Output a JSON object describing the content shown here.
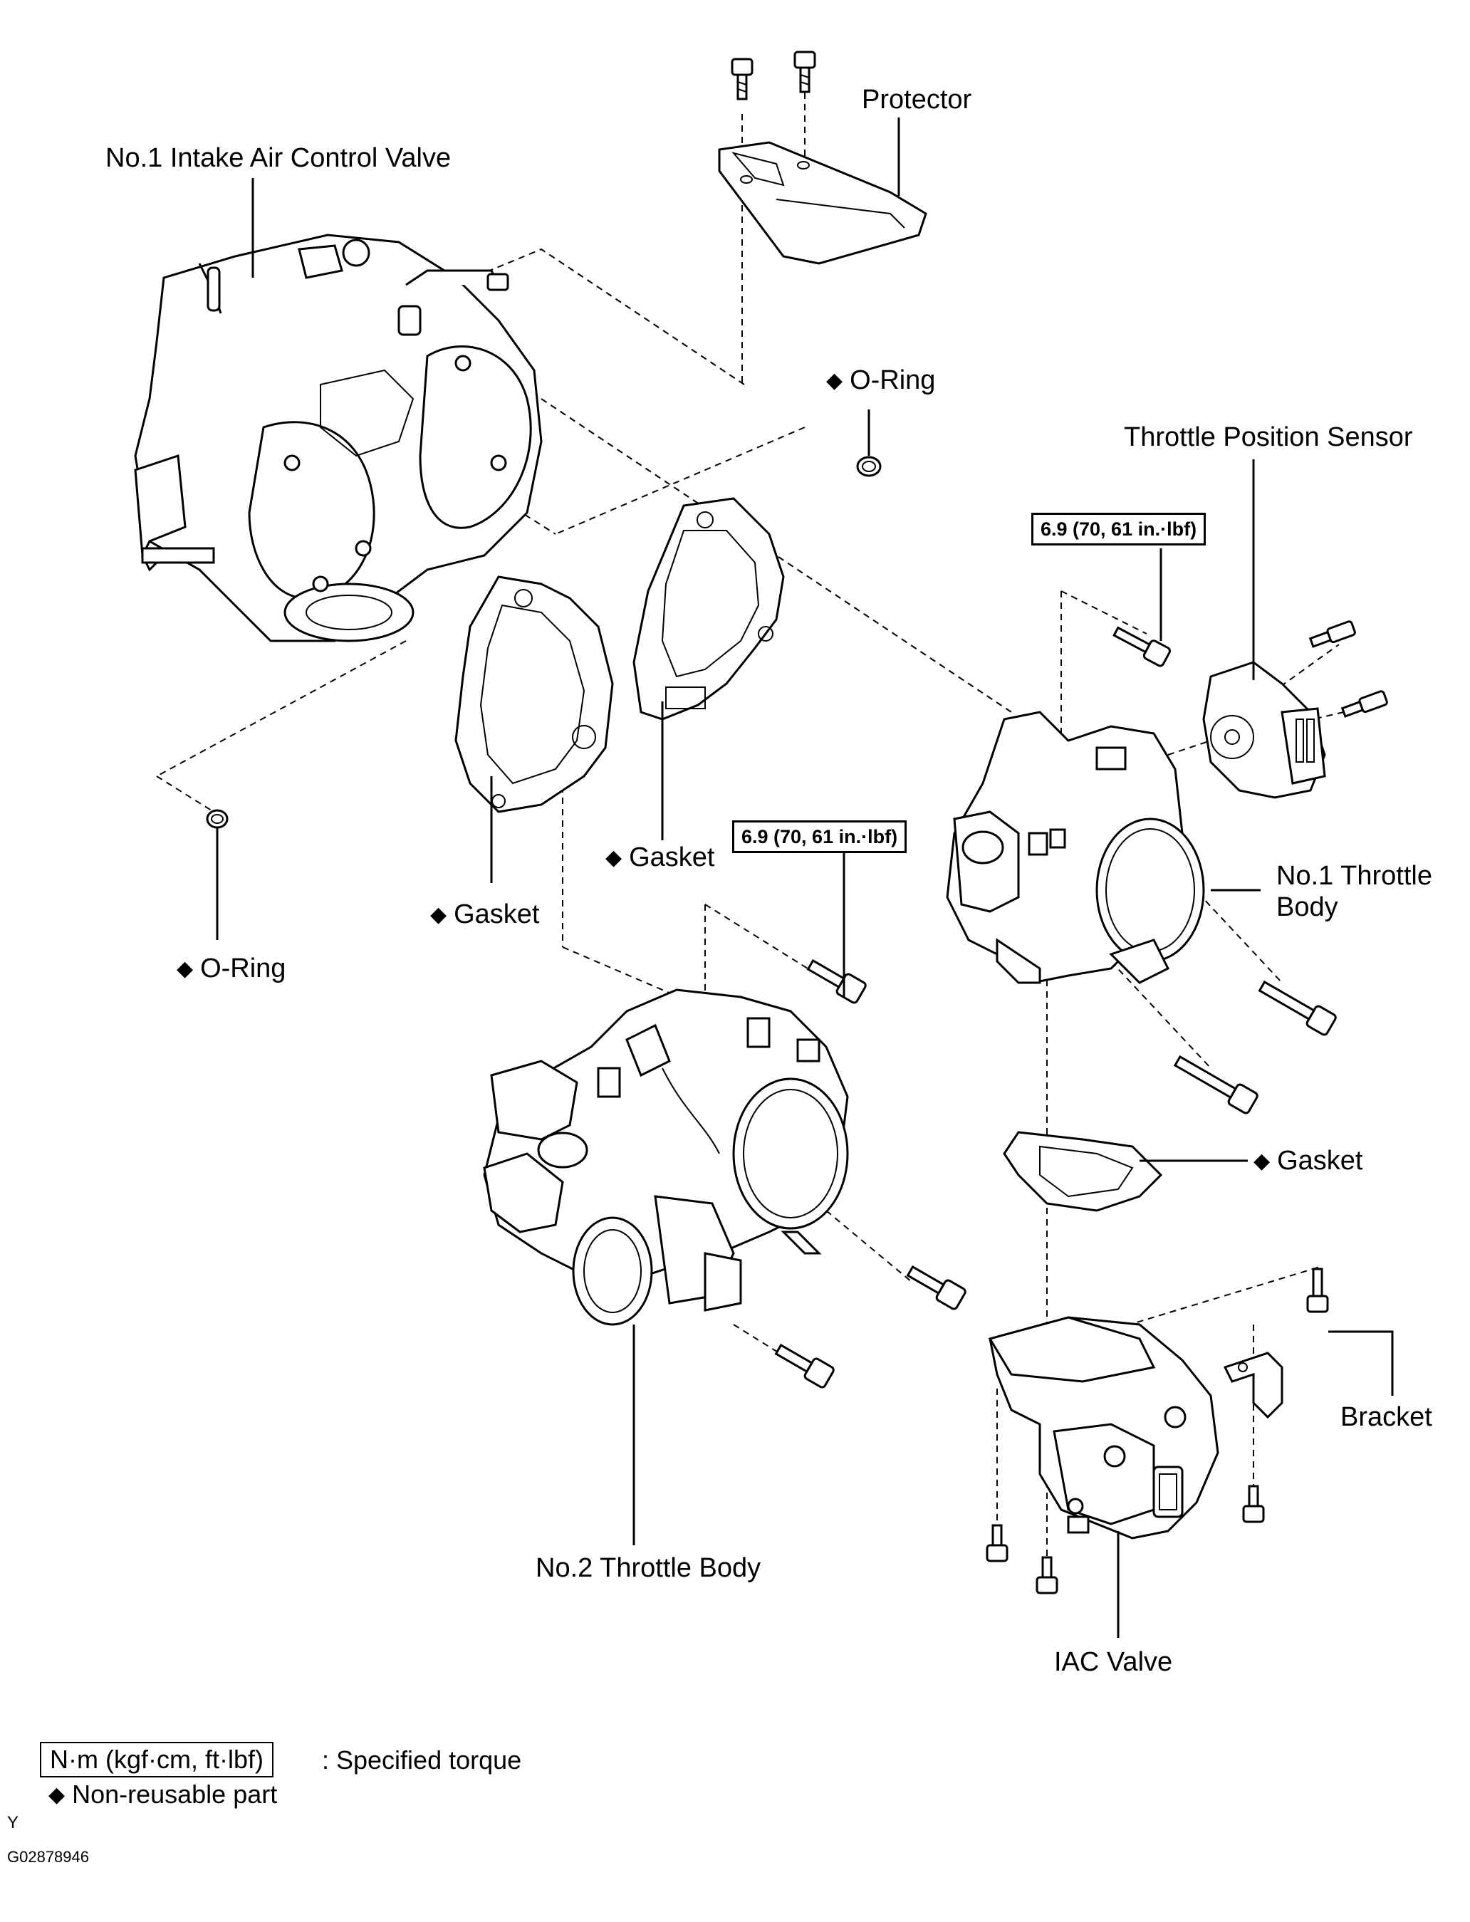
{
  "labels": {
    "protector": "Protector",
    "intake_valve": "No.1 Intake Air Control Valve",
    "oring_top": "O-Ring",
    "tps": "Throttle Position Sensor",
    "torque_tps": "6.9 (70, 61 in.·lbf)",
    "torque_mid": "6.9 (70, 61 in.·lbf)",
    "gasket_mid": "Gasket",
    "gasket_left": "Gasket",
    "oring_left": "O-Ring",
    "throttle_body_1_line1": "No.1 Throttle",
    "throttle_body_1_line2": "Body",
    "gasket_right": "Gasket",
    "bracket": "Bracket",
    "throttle_body_2": "No.2 Throttle Body",
    "iac_valve": "IAC Valve"
  },
  "legend": {
    "torque_unit": "N·m (kgf·cm, ft·lbf)",
    "torque_desc": ": Specified torque",
    "nonreusable_desc": "Non-reusable part",
    "non_reusable_symbol": "◆"
  },
  "footer": {
    "letter": "Y",
    "figure_id": "G02878946"
  }
}
